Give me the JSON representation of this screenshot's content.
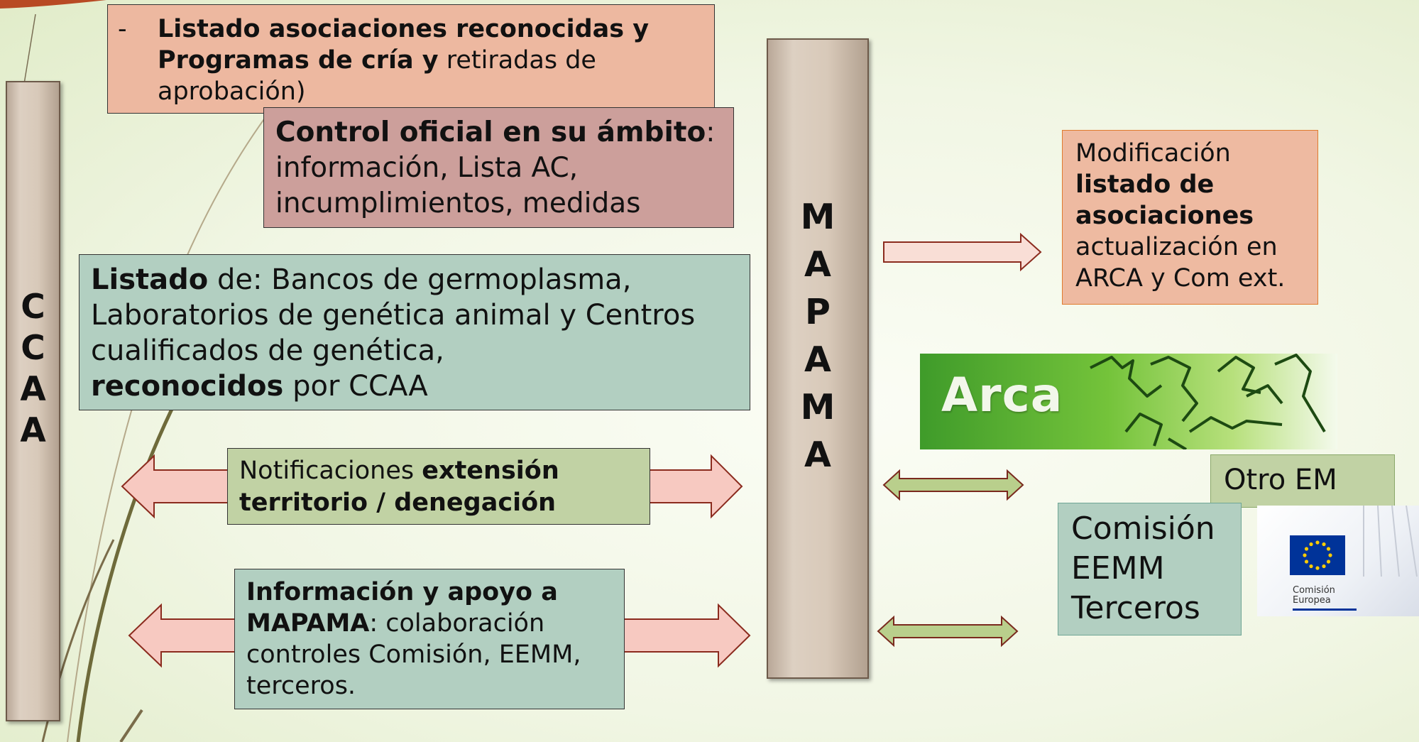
{
  "ccaa_pillar": {
    "letters": [
      "C",
      "C",
      "A",
      "A"
    ]
  },
  "mapama_pillar": {
    "letters": [
      "M",
      "A",
      "P",
      "A",
      "M",
      "A"
    ]
  },
  "box_listado_asociaciones": {
    "dash": "-",
    "bold1": "Listado asociaciones reconocidas  y Programas de cría  y",
    "rest": " retiradas de aprobación)"
  },
  "box_control_oficial": {
    "bold": "Control oficial en su ámbito",
    "rest": ": información, Lista AC, incumplimientos, medidas"
  },
  "box_listado_bancos": {
    "bold1": "Listado",
    "text1": " de: Bancos de germoplasma, Laboratorios de genética animal y Centros cualificados de genética,",
    "bold2": "reconocidos",
    "text2": " por CCAA"
  },
  "box_notificaciones": {
    "text1": "Notificaciones ",
    "bold": "extensión territorio / denegación"
  },
  "box_informacion": {
    "bold": "Información y apoyo a MAPAMA",
    "rest": ": colaboración controles Comisión, EEMM, terceros."
  },
  "box_modificacion": {
    "text1": "Modificación ",
    "bold": "listado de asociaciones",
    "rest": " actualización en ARCA y Com ext."
  },
  "arca_logo": {
    "text": "Arca"
  },
  "box_otro_em": {
    "text": "Otro EM"
  },
  "box_comision": {
    "lines": [
      "Comisión",
      "EEMM",
      "Terceros"
    ]
  },
  "ec_logo": {
    "line1": "Comisión",
    "line2": "Europea"
  },
  "colors": {
    "salmon": "#edb8a0",
    "rose": "#cc9f9b",
    "sage": "#b2cfc1",
    "olive": "#c1d2a4",
    "arrow_pink": "#f7c9c1",
    "arrow_pink_border": "#8b2b1e",
    "arrow_green": "#b9cf8c",
    "arrow_green_border": "#7a2a1e",
    "eu_blue": "#003399",
    "eu_yellow": "#ffcc00"
  }
}
